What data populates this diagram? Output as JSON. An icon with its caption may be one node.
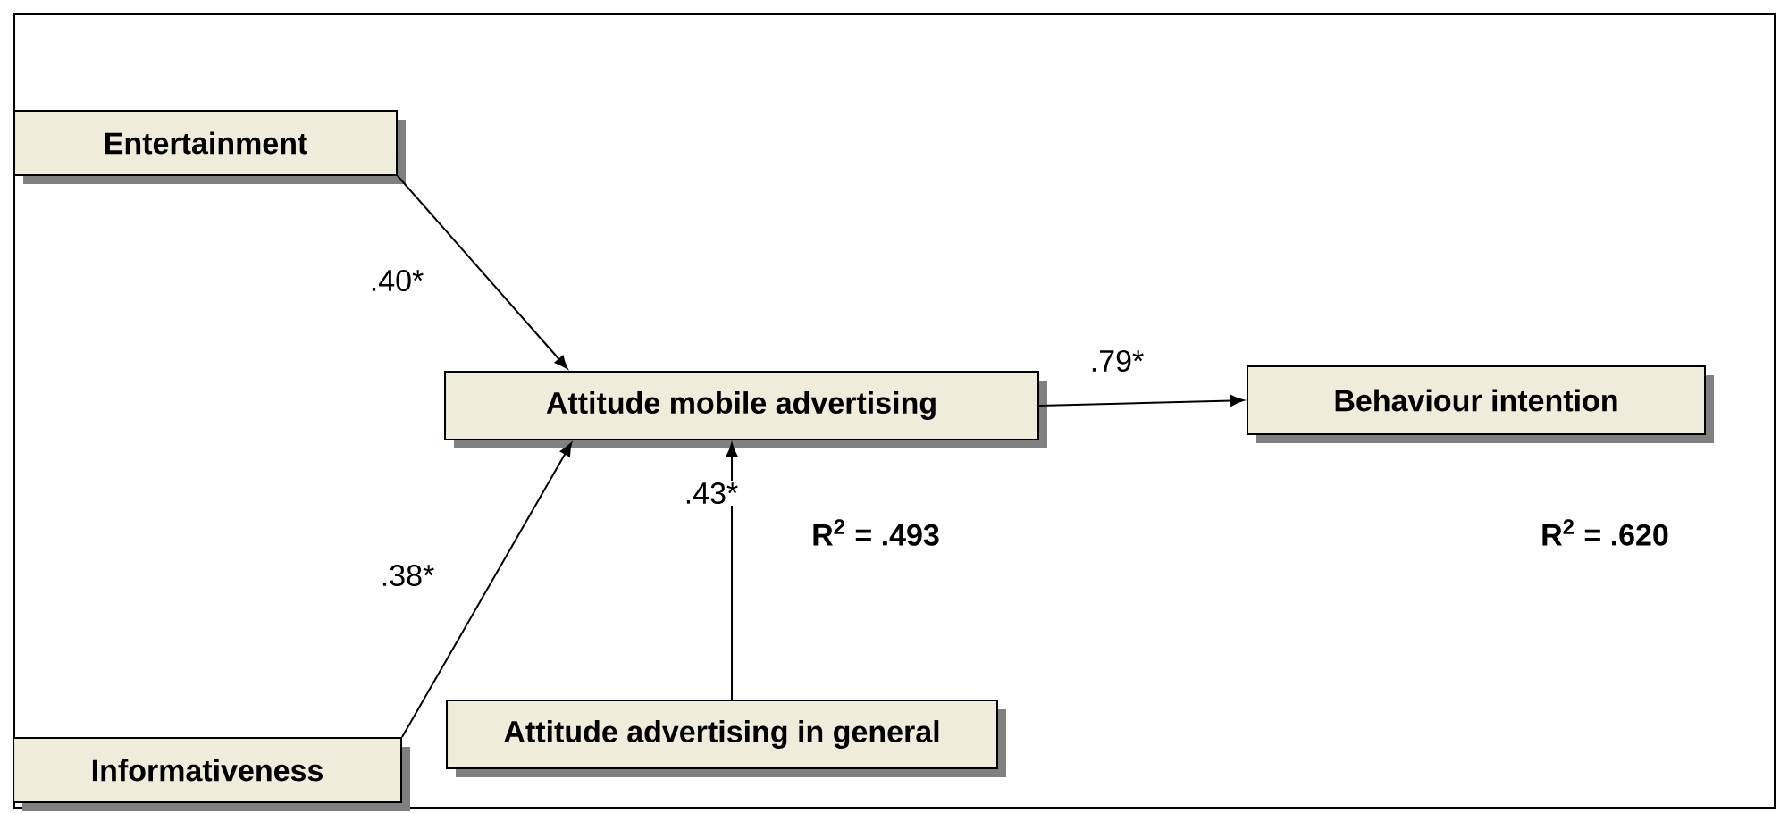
{
  "diagram": {
    "nodes": [
      {
        "text": [
          "Entertainment"
        ]
      },
      {
        "text": [
          "Informativeness"
        ]
      },
      {
        "text": [
          "Attitude mobile advertising"
        ],
        "beside": [
          "R$^{2}$ = .493"
        ]
      },
      {
        "text": [
          "Attitude advertising in general"
        ]
      },
      {
        "text": [
          "Behaviour intention"
        ],
        "beside": [
          "R$^{2}$ = .620"
        ]
      }
    ],
    "edges": [
      {
        "from": 0,
        "to": 2,
        "arrow": "to",
        "label": ".40*"
      },
      {
        "from": 1,
        "to": 2,
        "arrow": "to",
        "label": ".38*"
      },
      {
        "from": 3,
        "to": 2,
        "arrow": "to",
        "label": ".43*"
      },
      {
        "from": 2,
        "to": 4,
        "arrow": "to",
        "label": ".79*"
      }
    ]
  }
}
